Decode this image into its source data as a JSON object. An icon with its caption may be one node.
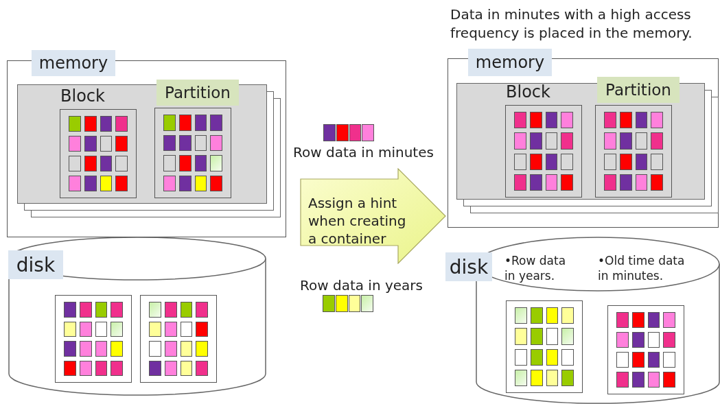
{
  "diagram": {
    "nodes": [
      {
        "text": [
          "memory"
        ]
      },
      {
        "text": [
          "Block"
        ],
        "in": 0
      },
      {
        "text": [
          "Partition"
        ],
        "in": 0
      },
      {
        "text": [
          "disk"
        ]
      },
      {
        "text": [],
        "shape": "box",
        "in": 3
      },
      {
        "text": [],
        "shape": "box",
        "in": 3
      },
      {
        "text": [
          "Assign a hint when creating a container"
        ]
      },
      {
        "text": [
          "memory"
        ]
      },
      {
        "text": [
          "Block"
        ],
        "in": 7
      },
      {
        "text": [
          "Partition"
        ],
        "in": 7
      },
      {
        "text": [
          "disk",
          "•Row data in years.",
          "•Old time data in minutes."
        ]
      },
      {
        "text": [],
        "shape": "box",
        "in": 10
      },
      {
        "text": [],
        "shape": "box",
        "in": 10
      }
    ],
    "labels": [
      "Data in minutes with a high access frequency is placed in the memory.",
      "Row data in minutes",
      "Row data in years"
    ]
  }
}
